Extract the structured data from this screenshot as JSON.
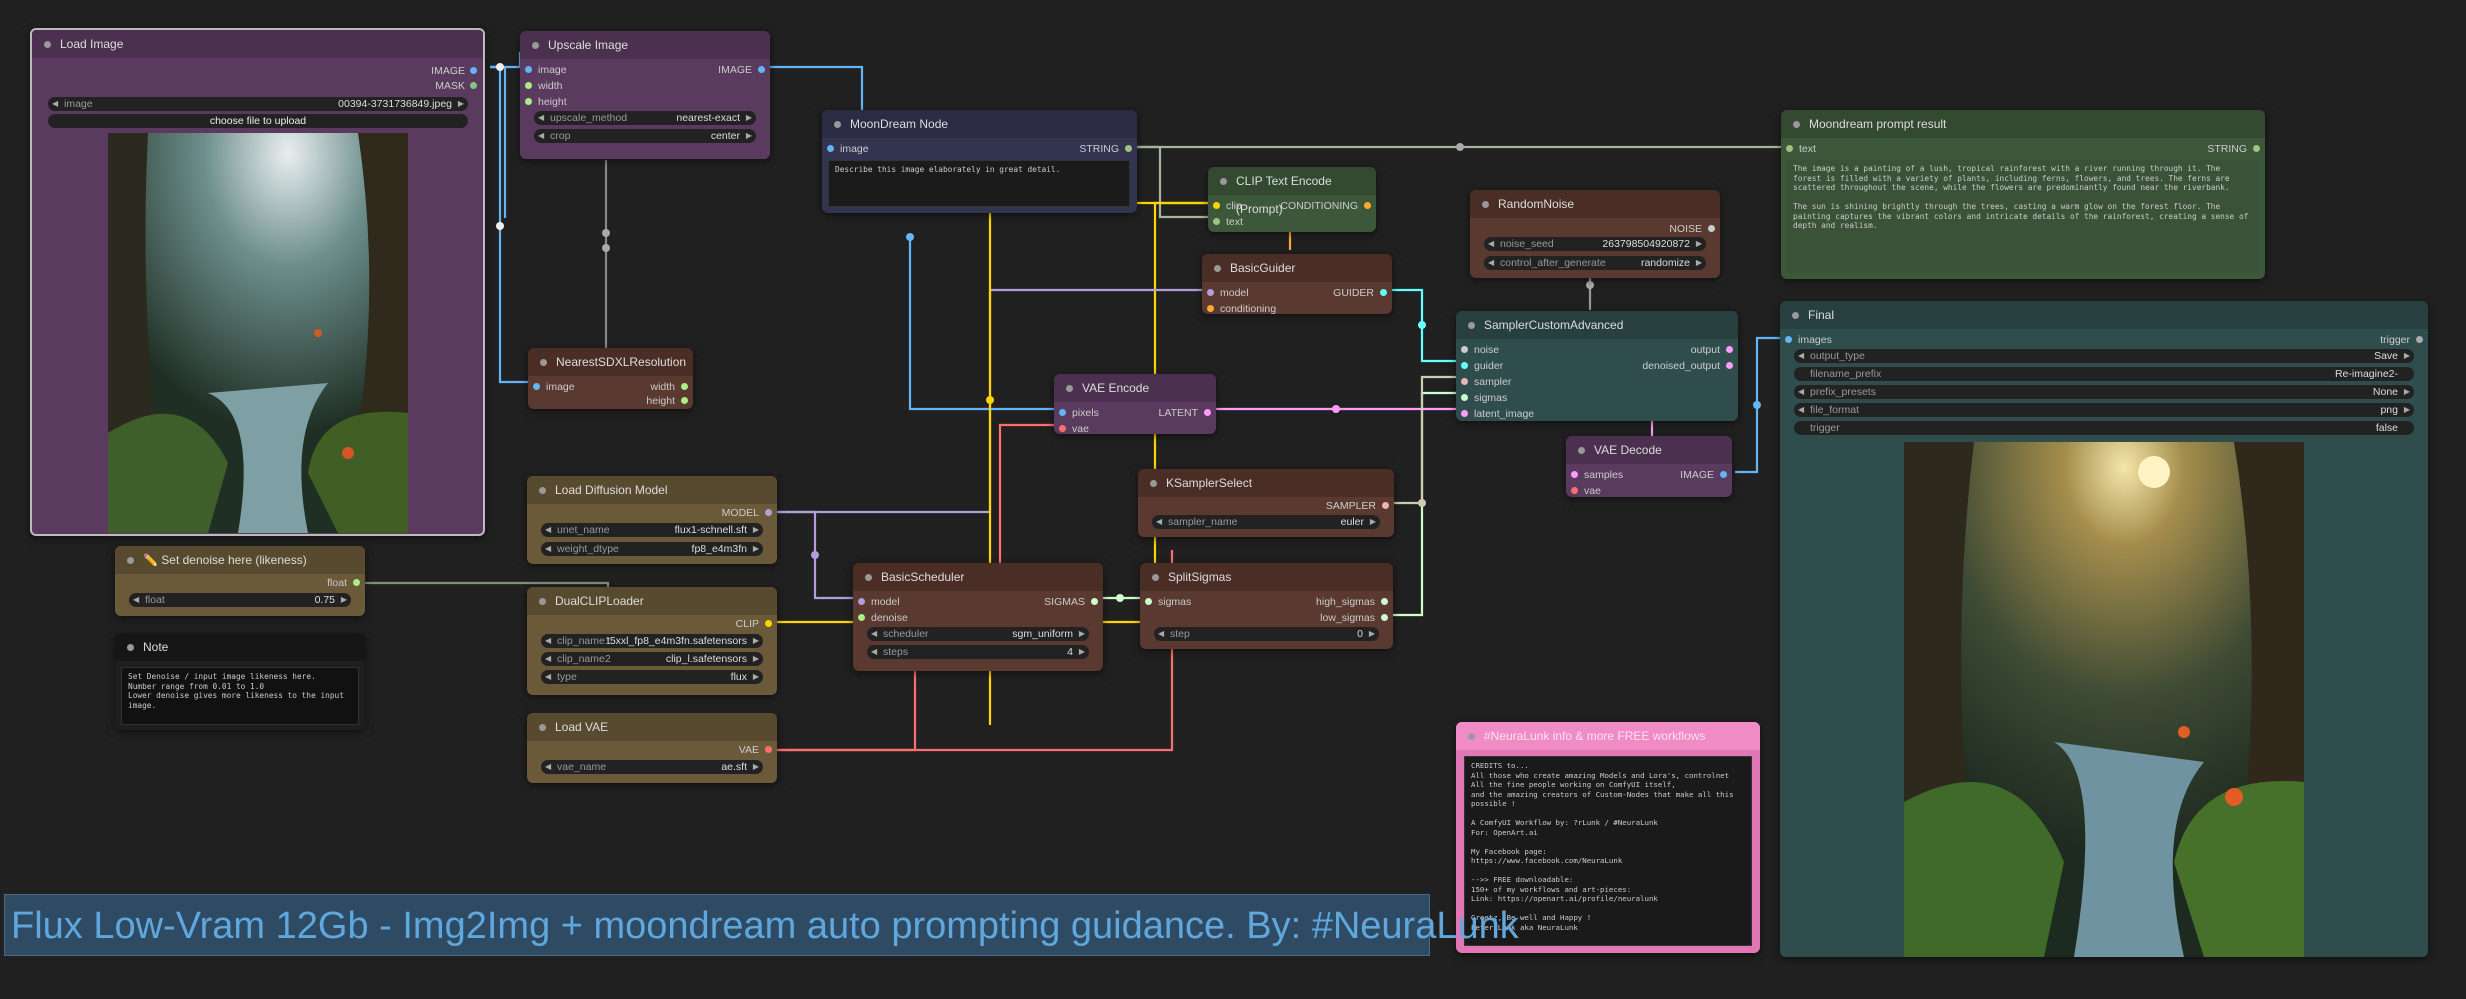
{
  "banner": {
    "text": "Flux Low-Vram 12Gb - Img2Img + moondream auto prompting guidance. By: #NeuraLunk"
  },
  "load_image": {
    "title": "Load Image",
    "out_image": "IMAGE",
    "out_mask": "MASK",
    "image_label": "image",
    "image_value": "00394-3731736849.jpeg",
    "upload_label": "choose file to upload"
  },
  "upscale": {
    "title": "Upscale Image",
    "in_image": "image",
    "in_width": "width",
    "in_height": "height",
    "out": "IMAGE",
    "method_label": "upscale_method",
    "method_value": "nearest-exact",
    "crop_label": "crop",
    "crop_value": "center"
  },
  "nearest": {
    "title": "NearestSDXLResolution",
    "in_image": "image",
    "out_width": "width",
    "out_height": "height"
  },
  "moondream": {
    "title": "MoonDream Node",
    "in_image": "image",
    "out": "STRING",
    "prompt": "Describe this image elaborately in great detail."
  },
  "clip_encode": {
    "title": "CLIP Text Encode (Prompt)",
    "in_clip": "clip",
    "in_text": "text",
    "out": "CONDITIONING"
  },
  "random_noise": {
    "title": "RandomNoise",
    "out": "NOISE",
    "seed_label": "noise_seed",
    "seed_value": "263798504920872",
    "control_label": "control_after_generate",
    "control_value": "randomize"
  },
  "moon_result": {
    "title": "Moondream prompt result",
    "in_text": "text",
    "out": "STRING",
    "text": "The image is a painting of a lush, tropical rainforest with a river running through it. The forest is filled with a variety of plants, including ferns, flowers, and trees. The ferns are scattered throughout the scene, while the flowers are predominantly found near the riverbank.\n\nThe sun is shining brightly through the trees, casting a warm glow on the forest floor. The painting captures the vibrant colors and intricate details of the rainforest, creating a sense of depth and realism."
  },
  "basic_guider": {
    "title": "BasicGuider",
    "in_model": "model",
    "in_cond": "conditioning",
    "out": "GUIDER"
  },
  "sampler_adv": {
    "title": "SamplerCustomAdvanced",
    "in_noise": "noise",
    "in_guider": "guider",
    "in_sampler": "sampler",
    "in_sigmas": "sigmas",
    "in_latent": "latent_image",
    "out_output": "output",
    "out_denoised": "denoised_output"
  },
  "vae_encode": {
    "title": "VAE Encode",
    "in_pixels": "pixels",
    "in_vae": "vae",
    "out": "LATENT"
  },
  "vae_decode": {
    "title": "VAE Decode",
    "in_samples": "samples",
    "in_vae": "vae",
    "out": "IMAGE"
  },
  "final": {
    "title": "Final",
    "in_images": "images",
    "out_trigger": "trigger",
    "w1_label": "output_type",
    "w1_value": "Save",
    "w2_label": "filename_prefix",
    "w2_value": "Re-imagine2-",
    "w3_label": "prefix_presets",
    "w3_value": "None",
    "w4_label": "file_format",
    "w4_value": "png",
    "w5_label": "trigger",
    "w5_value": "false"
  },
  "load_diffusion": {
    "title": "Load Diffusion Model",
    "out": "MODEL",
    "unet_label": "unet_name",
    "unet_value": "flux1-schnell.sft",
    "dtype_label": "weight_dtype",
    "dtype_value": "fp8_e4m3fn"
  },
  "ksampler_select": {
    "title": "KSamplerSelect",
    "out": "SAMPLER",
    "name_label": "sampler_name",
    "name_value": "euler"
  },
  "denoise_node": {
    "title": "✏️ Set denoise here (likeness)",
    "out": "float",
    "float_label": "float",
    "float_value": "0.75"
  },
  "dual_clip": {
    "title": "DualCLIPLoader",
    "out": "CLIP",
    "c1_label": "clip_name1",
    "c1_value": "t5xxl_fp8_e4m3fn.safetensors",
    "c2_label": "clip_name2",
    "c2_value": "clip_l.safetensors",
    "type_label": "type",
    "type_value": "flux"
  },
  "basic_sched": {
    "title": "BasicScheduler",
    "in_model": "model",
    "in_denoise": "denoise",
    "out": "SIGMAS",
    "sched_label": "scheduler",
    "sched_value": "sgm_uniform",
    "steps_label": "steps",
    "steps_value": "4"
  },
  "split_sigmas": {
    "title": "SplitSigmas",
    "in_sigmas": "sigmas",
    "out_high": "high_sigmas",
    "out_low": "low_sigmas",
    "step_label": "step",
    "step_value": "0"
  },
  "note": {
    "title": "Note",
    "text": "Set Denoise / input image likeness here.\nNumber range from 0.01 to 1.0\nLower denoise gives more likeness to the input image."
  },
  "load_vae": {
    "title": "Load VAE",
    "out": "VAE",
    "vae_label": "vae_name",
    "vae_value": "ae.sft"
  },
  "neuralunk": {
    "title": "#NeuraLunk info & more FREE workflows",
    "text": "CREDITS to...\nAll those who create amazing Models and Lora's, controlnet\nAll the fine people working on ComfyUI itself,\nand the amazing creators of Custom-Nodes that make all this\npossible !\n\nA ComfyUI Workflow by: ?rLunk / #NeuraLunk\nFor: OpenArt.ai\n\nMy Facebook page:\nhttps://www.facebook.com/NeuraLunk\n\n-->> FREE downloadable:\n150+ of my workflows and art-pieces:\nLink: https://openart.ai/profile/neuralunk\n\nGreetz, Be well and Happy !\nPeter Lunk aka NeuraLunk"
  },
  "colors": {
    "image": "#64b5f6",
    "string": "#a1c181",
    "latent": "#ff9cf9",
    "clip": "#ffd500",
    "model": "#b39ddb",
    "vae": "#ff6e6e",
    "float": "#aaee88",
    "sigmas": "#cdffcd",
    "guider": "#66ffff",
    "cond": "#ffa931"
  }
}
